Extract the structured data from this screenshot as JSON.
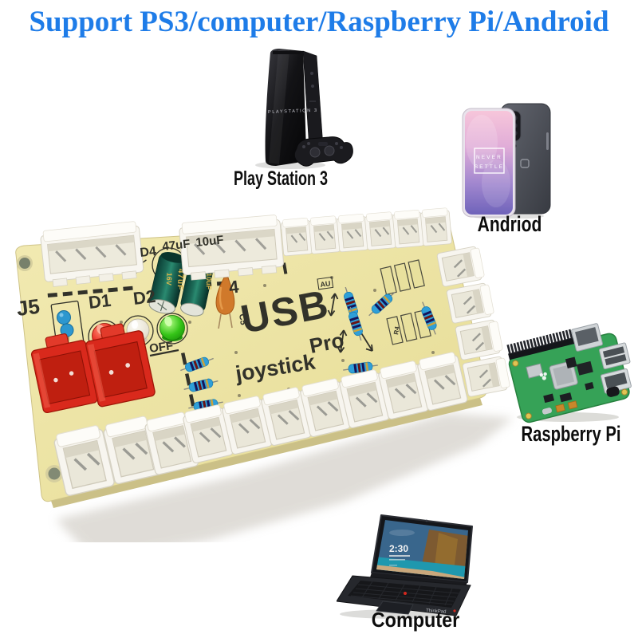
{
  "title": {
    "text": "Support PS3/computer/Raspberry Pi/Android",
    "color": "#1e7ce8"
  },
  "products": {
    "ps3": {
      "label": "Play Station 3",
      "console_badge": "PLAYSTATION 3"
    },
    "android": {
      "label": "Andriod",
      "screen_line1": "NEVER",
      "screen_line2": "SETTLE"
    },
    "raspberry_pi": {
      "label": "Raspberry Pi"
    },
    "computer": {
      "label": "Computer",
      "clock": "2:30",
      "brand_text": "ThinkPad"
    }
  },
  "pcb": {
    "silkscreen": {
      "j5": "J5",
      "d1": "D1",
      "d2": "D2",
      "d4": "D4",
      "cap1_label": "47uF",
      "cap2_label": "10uF",
      "off": "OFF",
      "j4_digit": "4",
      "usb": "USB",
      "pro": "Pro",
      "joystick": "joystick",
      "c5": "C5",
      "au": "AU",
      "r4": "R4"
    },
    "markings": {
      "cap1_line1": "47uF",
      "cap1_line2": "16V",
      "cap2": "10uF"
    },
    "colors": {
      "board": "#ede5a4",
      "connector": "#f7f5ef",
      "red_connector": "#d9291c",
      "led_red": "#e8281e",
      "led_white": "#eae6da",
      "led_green": "#35c418",
      "capacitor": "#14574a",
      "resistor": "#2f9fd8",
      "orange_capacitor": "#d0792b"
    }
  }
}
